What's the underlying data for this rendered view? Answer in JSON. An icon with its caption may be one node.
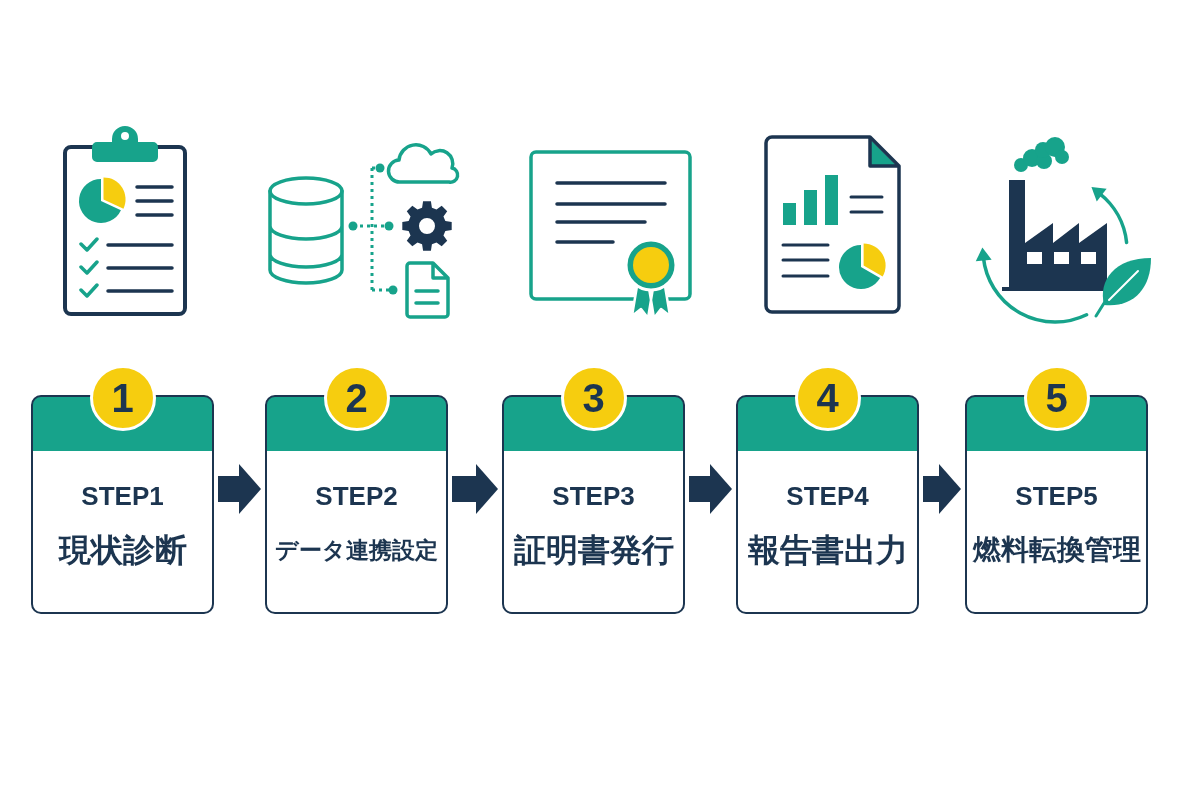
{
  "diagram": {
    "nodes": [
      {
        "text": [
          "1"
        ]
      },
      {
        "text": [
          "STEP1",
          "現状診断"
        ]
      },
      {
        "text": [
          "2"
        ]
      },
      {
        "text": [
          "STEP2",
          "データ連携設定"
        ]
      },
      {
        "text": [
          "3"
        ]
      },
      {
        "text": [
          "STEP3",
          "証明書発行"
        ]
      },
      {
        "text": [
          "4"
        ]
      },
      {
        "text": [
          "STEP4",
          "報告書出力"
        ]
      },
      {
        "text": [
          "5"
        ]
      },
      {
        "text": [
          "STEP5",
          "燃料転換管理"
        ]
      }
    ],
    "edges": [
      {
        "from": 1,
        "to": 3,
        "arrow": "to"
      },
      {
        "from": 3,
        "to": 5,
        "arrow": "to"
      },
      {
        "from": 5,
        "to": 7,
        "arrow": "to"
      },
      {
        "from": 7,
        "to": 9,
        "arrow": "to"
      }
    ]
  }
}
